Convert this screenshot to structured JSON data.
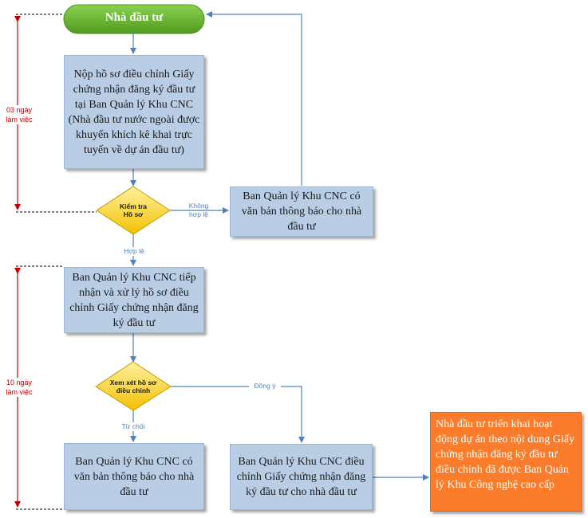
{
  "start": {
    "label": "Nhà đầu tư"
  },
  "boxes": {
    "submit": "Nộp hồ sơ điều chỉnh Giấy chứng nhận đăng ký đầu tư tại Ban Quản lý Khu CNC (Nhà đầu tư nước ngoài được khuyến khích kê khai trực tuyến về dự án đầu tư)",
    "notify_invalid": "Ban Quản lý Khu CNC có văn bản thông báo cho nhà đầu tư",
    "receive": "Ban Quản lý Khu CNC tiếp nhận và xử lý hồ sơ điều chỉnh Giấy chứng nhận đăng ký đầu tư",
    "notify_reject": "Ban Quản lý Khu CNC có văn bản thông báo cho nhà đầu tư",
    "adjust": "Ban Quản lý Khu CNC điều chỉnh Giấy chứng nhận đăng ký đầu tư cho nhà đầu tư",
    "implement": "Nhà đầu tư triển khai hoạt động dự án theo nội dung Giấy chứng nhận đăng ký đầu tư điều chỉnh đã được Ban Quản lý Khu Công nghệ cao cấp"
  },
  "decisions": {
    "check": "Kiểm tra\nHồ sơ",
    "review": "Xem xét hồ sơ\nđiều chỉnh"
  },
  "edge_labels": {
    "invalid": "Không\nhợp lệ",
    "valid": "Hợp lệ",
    "agree": "Đồng ý",
    "reject": "Từ chối"
  },
  "durations": {
    "first": "03 ngày\nlàm việc",
    "second": "10 ngày\nlàm việc"
  },
  "colors": {
    "box_fill": "#b9cde5",
    "start_fill": "#66b032",
    "decision_fill": "#ffd21c",
    "result_fill": "#fb7d2b",
    "connector": "#4f81bd",
    "duration": "#c00000"
  }
}
